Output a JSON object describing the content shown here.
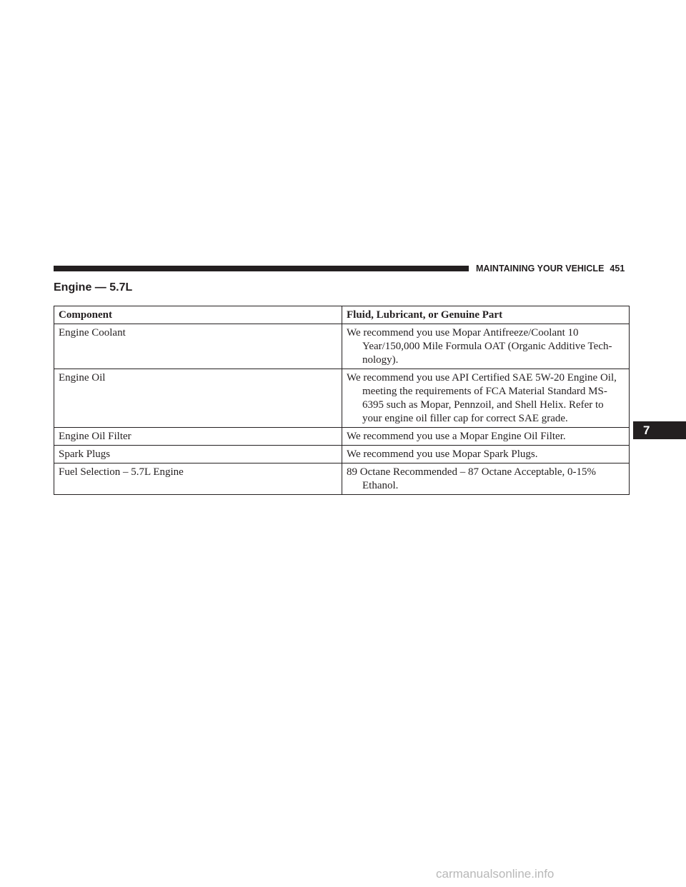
{
  "header": {
    "section": "MAINTAINING YOUR VEHICLE",
    "page_number": "451"
  },
  "section_title": "Engine — 5.7L",
  "table": {
    "headers": [
      "Component",
      "Fluid, Lubricant, or Genuine Part"
    ],
    "rows": [
      {
        "component": "Engine Coolant",
        "part": "We recommend you use Mopar Antifreeze/Coolant 10 Year/150,000 Mile Formula OAT (Organic Additive Tech- nology)."
      },
      {
        "component": "Engine Oil",
        "part": "We recommend you use API Certified SAE 5W-20 Engine Oil, meeting the requirements of FCA Material Standard MS-6395 such as Mopar, Pennzoil, and Shell Helix. Refer to your engine oil filler cap for correct SAE grade."
      },
      {
        "component": "Engine Oil Filter",
        "part": "We recommend you use a Mopar Engine Oil Filter."
      },
      {
        "component": "Spark Plugs",
        "part": "We recommend you use Mopar Spark Plugs."
      },
      {
        "component": "Fuel Selection – 5.7L Engine",
        "part": "89 Octane Recommended – 87 Octane Acceptable, 0-15% Ethanol."
      }
    ]
  },
  "chapter_tab": "7",
  "watermark": "carmanualsonline.info"
}
